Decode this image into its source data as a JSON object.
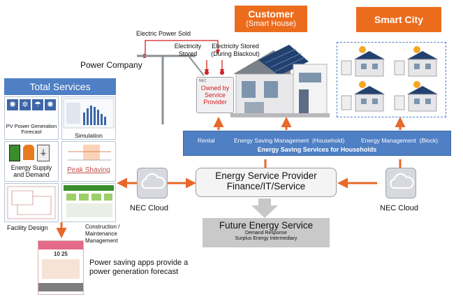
{
  "customer": {
    "title": "Customer",
    "subtitle": "(Smart House)"
  },
  "smart_city": {
    "title": "Smart City"
  },
  "power": {
    "company_label": "Power Company",
    "electric_power_sold": "Electric Power Sold",
    "electricity_stored": "Electricity Stored",
    "electricity_stored_blackout": "Electricity Stored (During Blackout)",
    "owned_by": "Owned by Service Provider",
    "nec_tag": "NEC"
  },
  "services_bar": {
    "rental": "Rental",
    "esm_household": "Energy Saving Management  (Household)",
    "em_block": "Energy Management  (Block)",
    "title": "Energy Saving Services for Households"
  },
  "total_services": {
    "title": "Total Services",
    "pv": "PV Power Generation Forecast",
    "simulation": "Simulation",
    "supply_demand": "Energy Supply and Demand",
    "peak_shaving": "Peak Shaving",
    "facility": "Facility Design",
    "construction": "Construction / Maintenance Management"
  },
  "esp": {
    "line1": "Energy Service Provider",
    "line2": "Finance/IT/Service"
  },
  "nec_cloud_left": "NEC Cloud",
  "nec_cloud_right": "NEC Cloud",
  "future": {
    "title": "Future Energy Service",
    "sub1": "Demand Response",
    "sub2": "Surplus Energy Intermediary"
  },
  "app_caption": "Power saving apps provide a power generation forecast",
  "phone": {
    "date": "10 25"
  },
  "colors": {
    "orange": "#ec6c1e",
    "blue": "#4f7fc4",
    "arrow": "#e8672a",
    "gray_arrow": "#c8c8c8"
  }
}
